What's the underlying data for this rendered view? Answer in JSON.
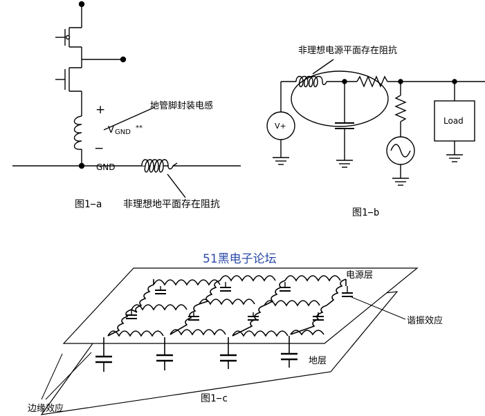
{
  "fig_a": {
    "label_pin_inductance": "地管脚封装电感",
    "label_vgnd": "V",
    "label_vgnd_sub": "GND",
    "label_vgnd_sup": "**",
    "label_plus": "+",
    "label_minus": "−",
    "label_gnd": "GND",
    "label_nonideal_ground": "非理想地平面存在阻抗",
    "caption": "图1−a"
  },
  "fig_b": {
    "label_nonideal_power": "非理想电源平面存在阻抗",
    "label_source": "V+",
    "label_load": "Load",
    "caption": "图1−b"
  },
  "fig_c": {
    "watermark": "51黑电子论坛",
    "label_power_layer": "电源层",
    "label_resonance": "谐振效应",
    "label_ground_layer": "地层",
    "label_edge_effect": "边缘效应",
    "caption": "图1−c"
  }
}
